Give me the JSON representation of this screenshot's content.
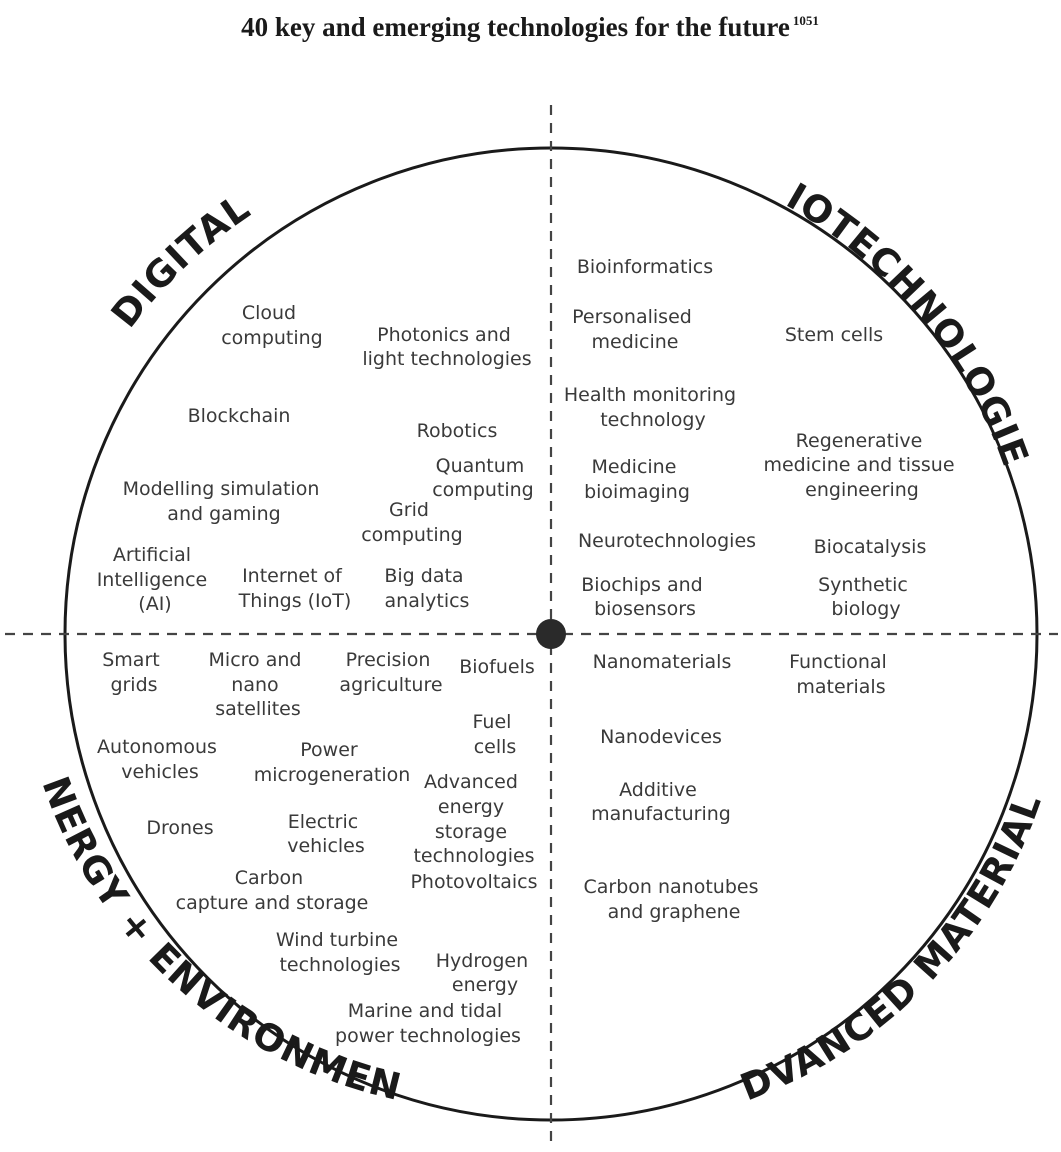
{
  "title": "40 key and emerging technologies for the future",
  "title_ref": "1051",
  "quadrants": {
    "digital": "DIGITAL",
    "biotech": "BIOTECHNOLOGIES",
    "energy": "ENERGY + ENVIRONMENT",
    "materials": "ADVANCED MATERIALS"
  },
  "digital": {
    "cloud": [
      "Cloud",
      "computing"
    ],
    "photonics": [
      "Photonics and",
      "light technologies"
    ],
    "blockchain": [
      "Blockchain"
    ],
    "robotics": [
      "Robotics"
    ],
    "quantum": [
      "Quantum",
      "computing"
    ],
    "modelling": [
      "Modelling simulation",
      "and gaming"
    ],
    "grid": [
      "Grid",
      "computing"
    ],
    "ai": [
      "Artificial",
      "Intelligence",
      "(AI)"
    ],
    "iot": [
      "Internet of",
      "Things (IoT)"
    ],
    "bigdata": [
      "Big data",
      "analytics"
    ]
  },
  "biotech": {
    "bioinformatics": [
      "Bioinformatics"
    ],
    "personalised": [
      "Personalised",
      "medicine"
    ],
    "stemcells": [
      "Stem cells"
    ],
    "health": [
      "Health monitoring",
      "technology"
    ],
    "regenerative": [
      "Regenerative",
      "medicine and tissue",
      "engineering"
    ],
    "medicine_bioimaging": [
      "Medicine",
      "bioimaging"
    ],
    "neuro": [
      "Neurotechnologies"
    ],
    "biocatalysis": [
      "Biocatalysis"
    ],
    "biochips": [
      "Biochips and",
      "biosensors"
    ],
    "synthetic": [
      "Synthetic",
      "biology"
    ]
  },
  "energy": {
    "smartgrids": [
      "Smart",
      "grids"
    ],
    "satellites": [
      "Micro and",
      "nano",
      "satellites"
    ],
    "precision": [
      "Precision",
      "agriculture"
    ],
    "biofuels": [
      "Biofuels"
    ],
    "fuelcells": [
      "Fuel",
      "cells"
    ],
    "autonomous": [
      "Autonomous",
      "vehicles"
    ],
    "microgen": [
      "Power",
      "microgeneration"
    ],
    "storage": [
      "Advanced",
      "energy",
      "storage",
      "technologies"
    ],
    "drones": [
      "Drones"
    ],
    "electric": [
      "Electric",
      "vehicles"
    ],
    "photovoltaics": [
      "Photovoltaics"
    ],
    "carbon": [
      "Carbon",
      "capture and storage"
    ],
    "wind": [
      "Wind turbine",
      "technologies"
    ],
    "hydrogen": [
      "Hydrogen",
      "energy"
    ],
    "marine": [
      "Marine and tidal",
      "power technologies"
    ]
  },
  "materials": {
    "nanomaterials": [
      "Nanomaterials"
    ],
    "functional": [
      "Functional",
      "materials"
    ],
    "nanodevices": [
      "Nanodevices"
    ],
    "additive": [
      "Additive",
      "manufacturing"
    ],
    "nanotubes": [
      "Carbon nanotubes",
      "and graphene"
    ]
  }
}
